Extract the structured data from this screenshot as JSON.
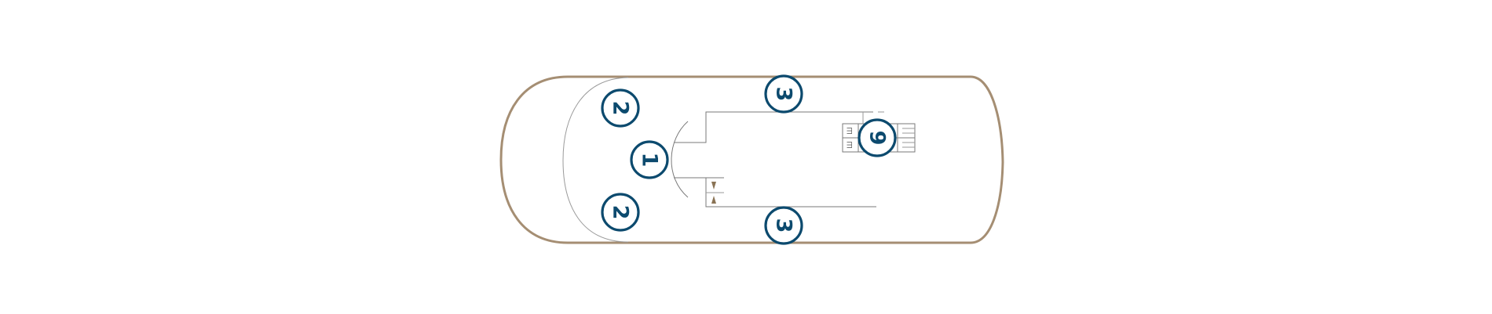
{
  "deck_plan": {
    "markers": [
      {
        "id": "lounge",
        "label": "1"
      },
      {
        "id": "forward-port",
        "label": "2"
      },
      {
        "id": "forward-starboard",
        "label": "2"
      },
      {
        "id": "aft-top",
        "label": "3"
      },
      {
        "id": "aft-bottom",
        "label": "3"
      },
      {
        "id": "stern-area",
        "label": "9"
      }
    ],
    "stair_labels": [
      "Ш",
      "Ш"
    ],
    "colors": {
      "hull_outline": "#a58e73",
      "marker": "#0c4a6e",
      "interior_lines": "#9a9a9a",
      "arrow": "#8a7355"
    }
  }
}
